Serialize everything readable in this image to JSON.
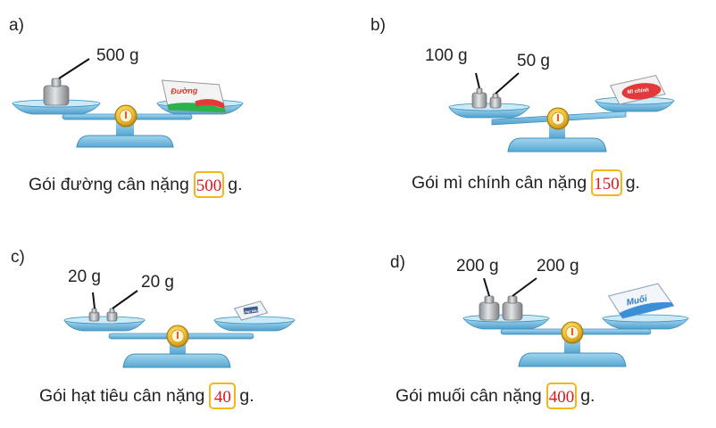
{
  "exercises": [
    {
      "letter": "a)",
      "weights": [
        "500 g"
      ],
      "package_brand": "Đường",
      "sentence_before": "Gói đường cân nặng",
      "answer": "500",
      "unit": "g."
    },
    {
      "letter": "b)",
      "weights": [
        "100 g",
        "50 g"
      ],
      "package_brand": "Mì chính",
      "sentence_before": "Gói mì chính cân nặng",
      "answer": "150",
      "unit": "g."
    },
    {
      "letter": "c)",
      "weights": [
        "20 g",
        "20 g"
      ],
      "package_brand": "Hạt tiêu",
      "sentence_before": "Gói hạt tiêu cân nặng",
      "answer": "40",
      "unit": "g."
    },
    {
      "letter": "d)",
      "weights": [
        "200 g",
        "200 g"
      ],
      "package_brand": "Muối",
      "sentence_before": "Gói muối cân nặng",
      "answer": "400",
      "unit": "g."
    }
  ],
  "colors": {
    "scale_blue": "#7fc6e8",
    "scale_dark": "#3d8fbf",
    "dial_gold": "#e8b62a",
    "answer_border": "#f4b51b",
    "answer_text": "#e0161b",
    "weight_grey": "#b9bcbf"
  }
}
